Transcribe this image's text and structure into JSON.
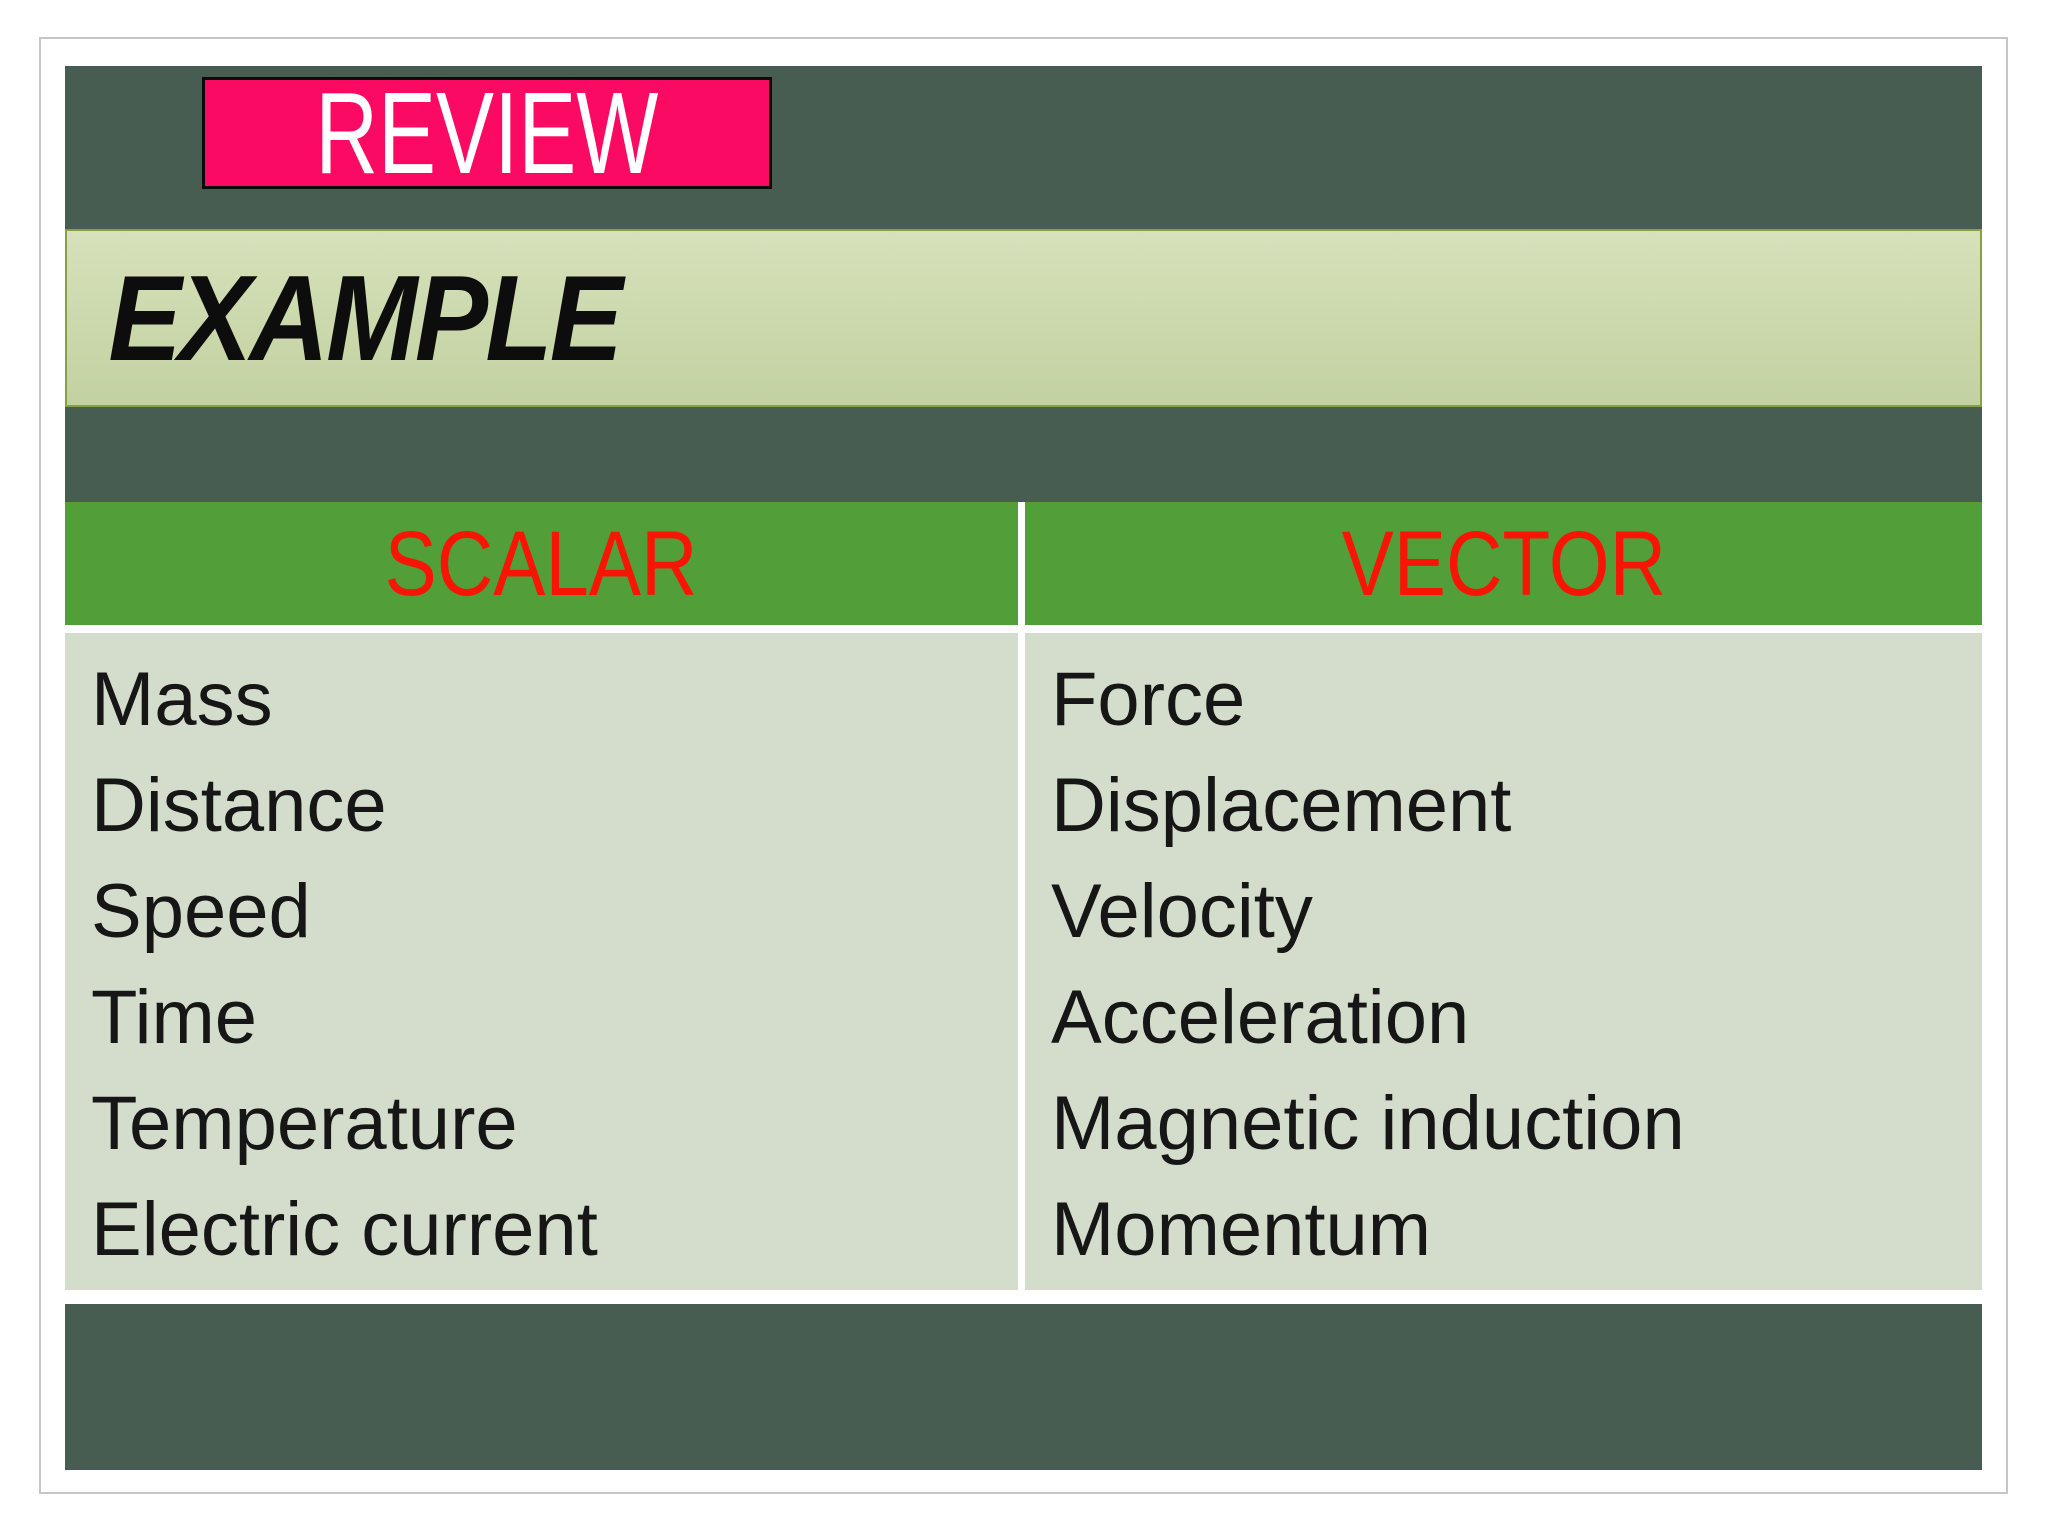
{
  "slide": {
    "badge": "REVIEW",
    "title": "EXAMPLE",
    "table": {
      "scalar": {
        "header": "SCALAR",
        "items": [
          "Mass",
          "Distance",
          "Speed",
          "Time",
          "Temperature",
          "Electric current"
        ]
      },
      "vector": {
        "header": "VECTOR",
        "items": [
          "Force",
          "Displacement",
          "Velocity",
          "Acceleration",
          "Magnetic induction",
          "Momentum"
        ]
      }
    },
    "colors": {
      "panel_dark_green": "#475d51",
      "badge_pink": "#fb0a63",
      "badge_text": "#ffffff",
      "title_band_light_green": "#cbd8ac",
      "title_band_border": "#85a144",
      "header_green": "#529f3a",
      "header_text_red": "#f81505",
      "cell_light_green": "#d4ddcc",
      "cell_text": "#161616"
    }
  }
}
